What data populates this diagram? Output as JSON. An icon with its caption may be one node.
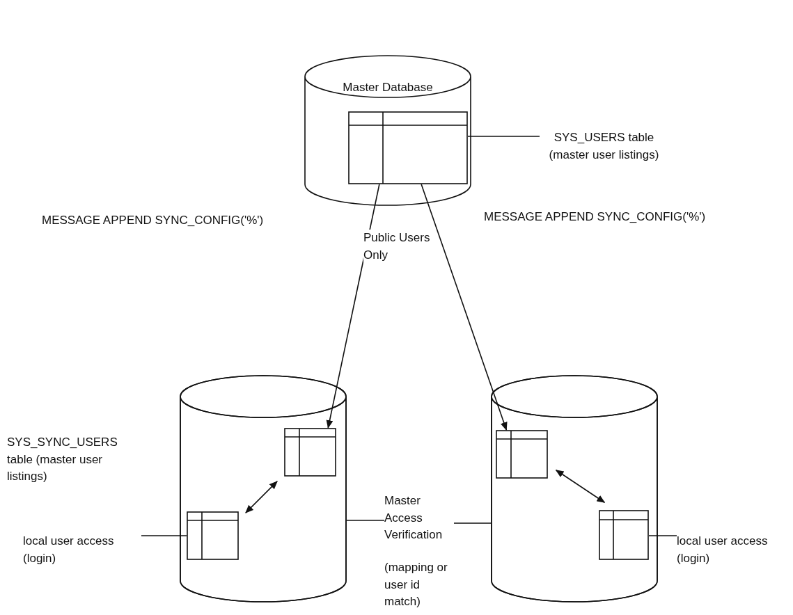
{
  "diagram": {
    "nodes": [
      {
        "text": [
          "Master Database"
        ]
      },
      {
        "text": [],
        "shape": "box",
        "in": 0
      },
      {
        "text": [
          "SYS_USERS table (master user listings)"
        ]
      },
      {
        "text": [],
        "shape": "cylinder"
      },
      {
        "text": [],
        "shape": "box",
        "in": 3
      },
      {
        "text": [],
        "shape": "box",
        "in": 3
      },
      {
        "text": [],
        "shape": "cylinder"
      },
      {
        "text": [],
        "shape": "box",
        "in": 6
      },
      {
        "text": [],
        "shape": "box",
        "in": 6
      },
      {
        "text": [
          "local user access (login)"
        ]
      },
      {
        "text": [
          "Master Access Verification",
          "(mapping or user id match)"
        ]
      },
      {
        "text": [
          "local user access (login)"
        ]
      }
    ],
    "edges": [
      {
        "from": 2,
        "to": 1,
        "arrow": "none"
      },
      {
        "from": 1,
        "to": 4,
        "arrow": "to",
        "label": "Public Users Only"
      },
      {
        "from": 1,
        "to": 7,
        "arrow": "to"
      },
      {
        "from": 5,
        "to": 4,
        "arrow": "both"
      },
      {
        "from": 9,
        "to": 5,
        "arrow": "none"
      },
      {
        "from": 10,
        "to": 3,
        "arrow": "none"
      },
      {
        "from": 10,
        "to": 6,
        "arrow": "none"
      },
      {
        "from": 7,
        "to": 8,
        "arrow": "both"
      },
      {
        "from": 11,
        "to": 8,
        "arrow": "none"
      }
    ],
    "labels": [
      "MESSAGE APPEND SYNC_CONFIG('%')",
      "MESSAGE APPEND SYNC_CONFIG('%')",
      "SYS_SYNC_USERS table (master user listings)"
    ]
  }
}
